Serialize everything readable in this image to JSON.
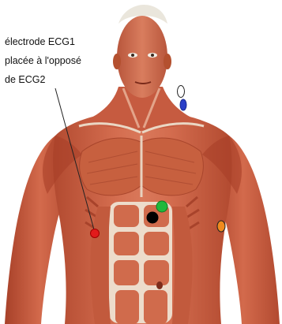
{
  "annotation": {
    "lines": [
      "électrode ECG1",
      "placée à l'opposé",
      "de ECG2"
    ]
  },
  "electrodes": [
    {
      "name": "white",
      "color": "#ffffff",
      "stroke": "#222222"
    },
    {
      "name": "blue",
      "color": "#2a3fc8",
      "stroke": "#1a2a90"
    },
    {
      "name": "green",
      "color": "#1fb83c",
      "stroke": "#0f7a24"
    },
    {
      "name": "black",
      "color": "#000000",
      "stroke": "#000000"
    },
    {
      "name": "red",
      "color": "#e21b1b",
      "stroke": "#a00000"
    },
    {
      "name": "orange",
      "color": "#f08a1e",
      "stroke": "#222222"
    }
  ],
  "colors": {
    "muscle": "#d4684a",
    "muscle_dark": "#b4452f",
    "tendon": "#eedfd0",
    "skin": "#e3a07f",
    "pointer": "#222222"
  }
}
